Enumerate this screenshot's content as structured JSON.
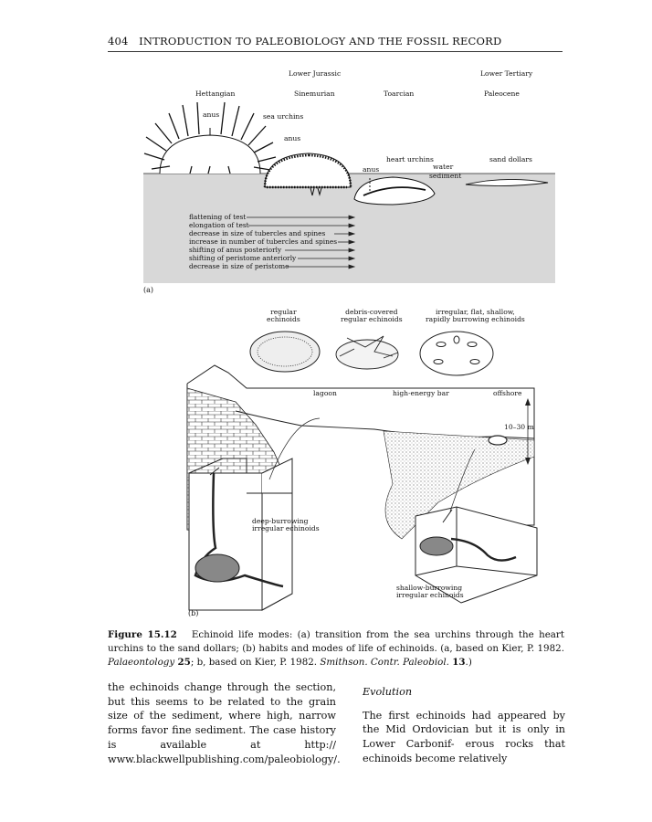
{
  "header": {
    "page_number": "404",
    "title": "INTRODUCTION TO PALEOBIOLOGY AND THE FOSSIL RECORD"
  },
  "figure_a": {
    "label": "(a)",
    "periods": [
      "Lower Jurassic",
      "Lower Tertiary"
    ],
    "stages": [
      "Hettangian",
      "Sinemurian",
      "Toarcian",
      "Paleocene"
    ],
    "organism_labels": {
      "anus_1": "anus",
      "sea_urchins": "sea urchins",
      "anus_2": "anus",
      "heart_urchins": "heart urchins",
      "anus_3": "anus",
      "water": "water",
      "sediment": "sediment",
      "sand_dollars": "sand dollars"
    },
    "processes": [
      "flattening of test",
      "elongation of test",
      "decrease in size of tubercles and spines",
      "increase in number of tubercles and spines",
      "shifting of anus posteriorly",
      "shifting of peristome anteriorly",
      "decrease in size of peristome"
    ]
  },
  "figure_b": {
    "label": "(b)",
    "types": [
      "regular\nechinoids",
      "debris-covered\nregular echinoids",
      "irregular, flat, shallow,\nrapidly burrowing echinoids"
    ],
    "zones": [
      "lagoon",
      "high-energy bar",
      "offshore"
    ],
    "depth": "10–30 m",
    "deep": "deep-burrowing\nirregular echinoids",
    "shallow": "shallow-burrowing\nirregular echinoids"
  },
  "caption": {
    "figure_id": "Figure 15.12",
    "part1": "Echinoid life modes: (a) transition from the sea urchins through the heart urchins to the sand dollars; (b) habits and modes of life of echinoids. (a, based on Kier, P. 1982. ",
    "journal1": "Palaeontology",
    "vol1": "25",
    "part2": "; b, based on Kier, P. 1982. ",
    "journal2": "Smithson. Contr. Paleobiol.",
    "vol2": "13",
    "part3": ".)"
  },
  "body": {
    "left_paragraph": "the echinoids change through the section, but this seems to be related to the grain size of the sediment, where high, narrow forms favor fine sediment. The case history is available at http:// www.blackwellpublishing.com/paleobiology/.",
    "right_heading": "Evolution",
    "right_paragraph": "The first echinoids had appeared by the Mid Ordovician but it is only in Lower Carbonif- erous rocks that echinoids become relatively"
  },
  "colors": {
    "sediment_gray": "#d8d8d8",
    "ink": "#111111"
  }
}
